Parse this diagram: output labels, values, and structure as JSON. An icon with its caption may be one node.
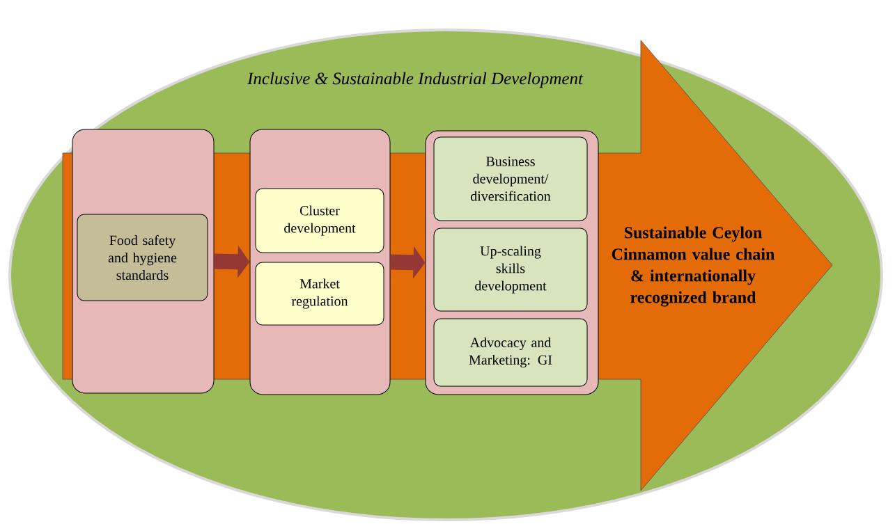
{
  "diagram": {
    "nodes": [
      {
        "text": [
          "Inclusive & Sustainable Industrial Development"
        ]
      },
      {
        "text": [
          "Sustainable Ceylon Cinnamon value chain & internationally recognized brand"
        ],
        "in": 0
      },
      {
        "text": [],
        "shape": "box",
        "in": 1
      },
      {
        "text": [
          "Food safety and hygiene standards"
        ],
        "in": 2
      },
      {
        "text": [],
        "shape": "box",
        "in": 1
      },
      {
        "text": [
          "Cluster development"
        ],
        "in": 4
      },
      {
        "text": [
          "Market regulation"
        ],
        "in": 4
      },
      {
        "text": [],
        "shape": "box",
        "in": 1
      },
      {
        "text": [
          "Business development/ diversification"
        ],
        "in": 7
      },
      {
        "text": [
          "Up-scaling skills development"
        ],
        "in": 7
      },
      {
        "text": [
          "Advocacy and Marketing: GI"
        ],
        "in": 7
      }
    ],
    "edges": [
      {
        "from": 2,
        "to": 4,
        "arrow": "to"
      },
      {
        "from": 4,
        "to": 7,
        "arrow": "to"
      }
    ]
  }
}
